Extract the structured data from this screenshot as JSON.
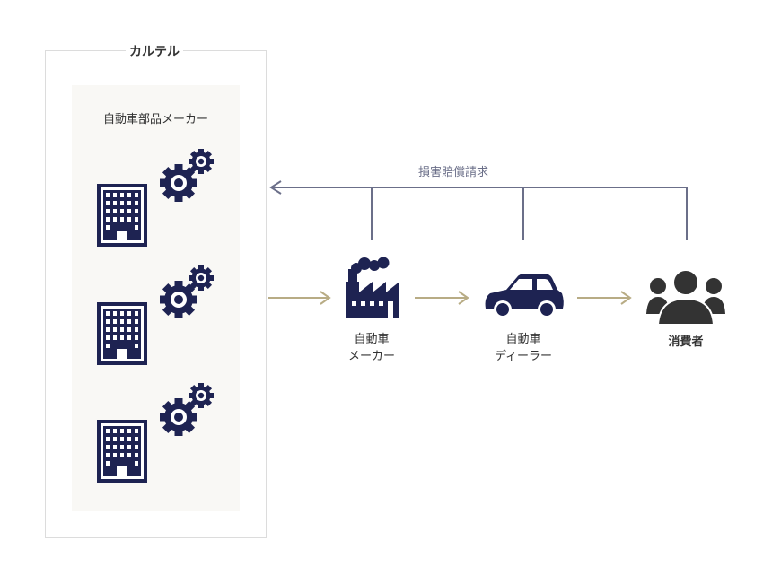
{
  "cartel": {
    "label": "カルテル"
  },
  "parts_maker": {
    "title": "自動車部品メーカー"
  },
  "claim": {
    "label": "損害賠償請求"
  },
  "nodes": {
    "car_maker": {
      "line1": "自動車",
      "line2": "メーカー"
    },
    "dealer": {
      "line1": "自動車",
      "line2": "ディーラー"
    },
    "consumer": {
      "label": "消費者"
    }
  },
  "colors": {
    "navy": "#1e2352",
    "arrow_gold": "#b8ac85",
    "claim_gray": "#6b6f89",
    "border": "#dcdcdc",
    "panel_bg": "#f9f8f5",
    "consumer_icon": "#333333"
  }
}
